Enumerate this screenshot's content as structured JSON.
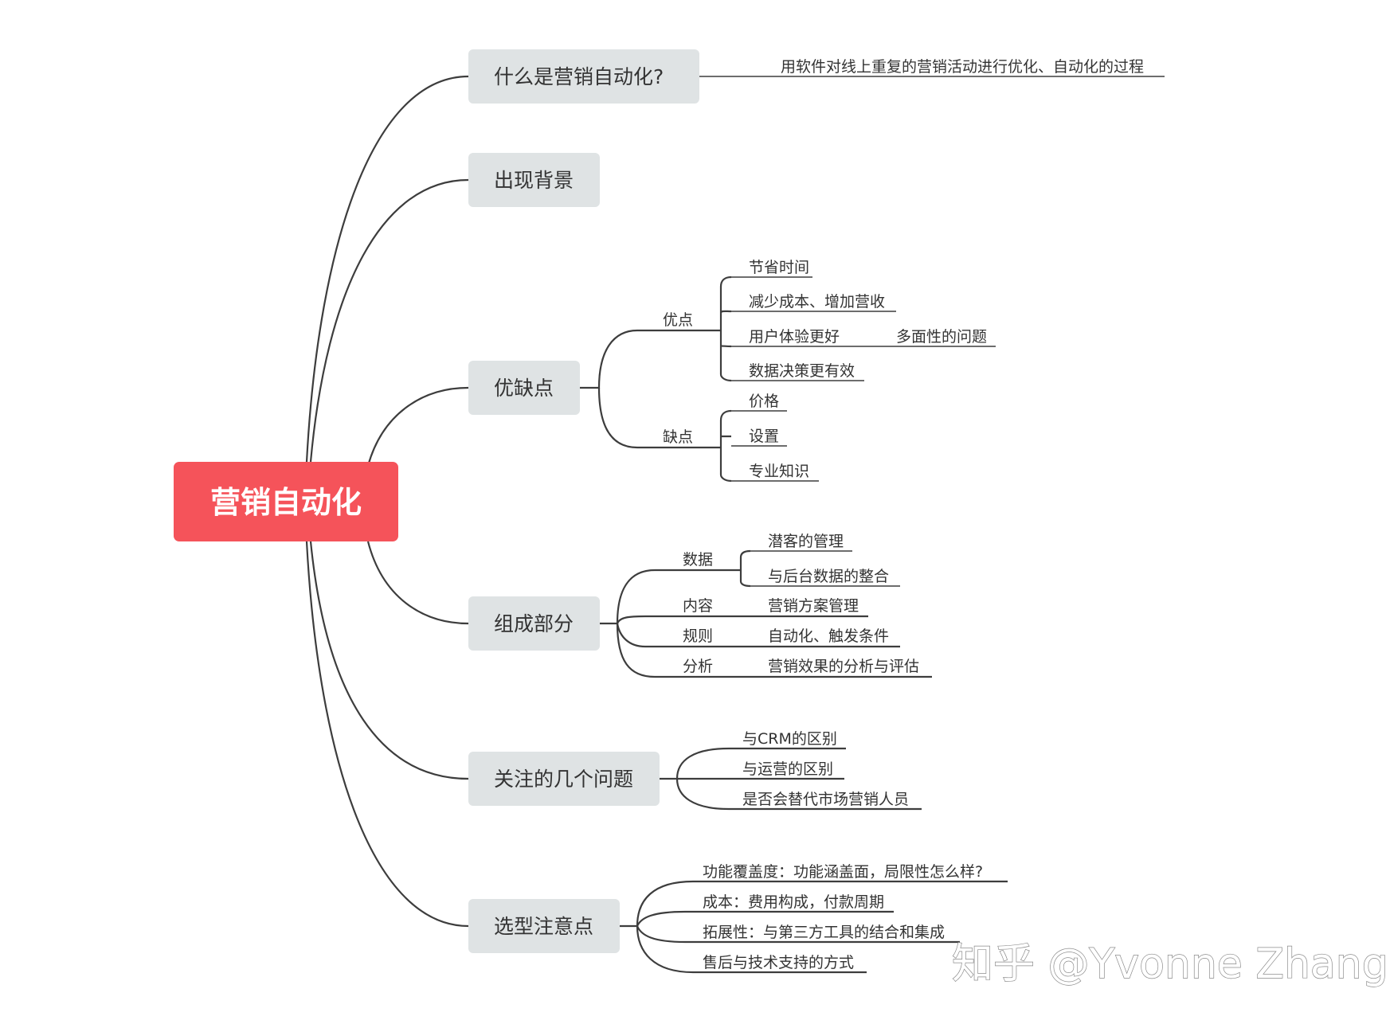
{
  "colors": {
    "root": "#f5535a",
    "topic_bg": "#dfe3e4",
    "line": "#3d3d3d"
  },
  "root": {
    "label": "营销自动化"
  },
  "branches": {
    "what": {
      "label": "什么是营销自动化?",
      "leaf": "用软件对线上重复的营销活动进行优化、自动化的过程"
    },
    "background": {
      "label": "出现背景"
    },
    "pros_cons": {
      "label": "优缺点",
      "pros": {
        "label": "优点",
        "items": [
          "节省时间",
          "减少成本、增加营收",
          "用户体验更好",
          "数据决策更有效"
        ],
        "ux_note": "多面性的问题"
      },
      "cons": {
        "label": "缺点",
        "items": [
          "价格",
          "设置",
          "专业知识"
        ]
      }
    },
    "components": {
      "label": "组成部分",
      "data": {
        "label": "数据",
        "items": [
          "潜客的管理",
          "与后台数据的整合"
        ]
      },
      "content": {
        "label": "内容",
        "item": "营销方案管理"
      },
      "rules": {
        "label": "规则",
        "item": "自动化、触发条件"
      },
      "analysis": {
        "label": "分析",
        "item": "营销效果的分析与评估"
      }
    },
    "issues": {
      "label": "关注的几个问题",
      "items": [
        "与CRM的区别",
        "与运营的区别",
        "是否会替代市场营销人员"
      ]
    },
    "selection": {
      "label": "选型注意点",
      "items": [
        "功能覆盖度：功能涵盖面，局限性怎么样?",
        "成本：费用构成，付款周期",
        "拓展性：与第三方工具的结合和集成",
        "售后与技术支持的方式"
      ]
    }
  },
  "watermark": "知乎 @Yvonne Zhang"
}
